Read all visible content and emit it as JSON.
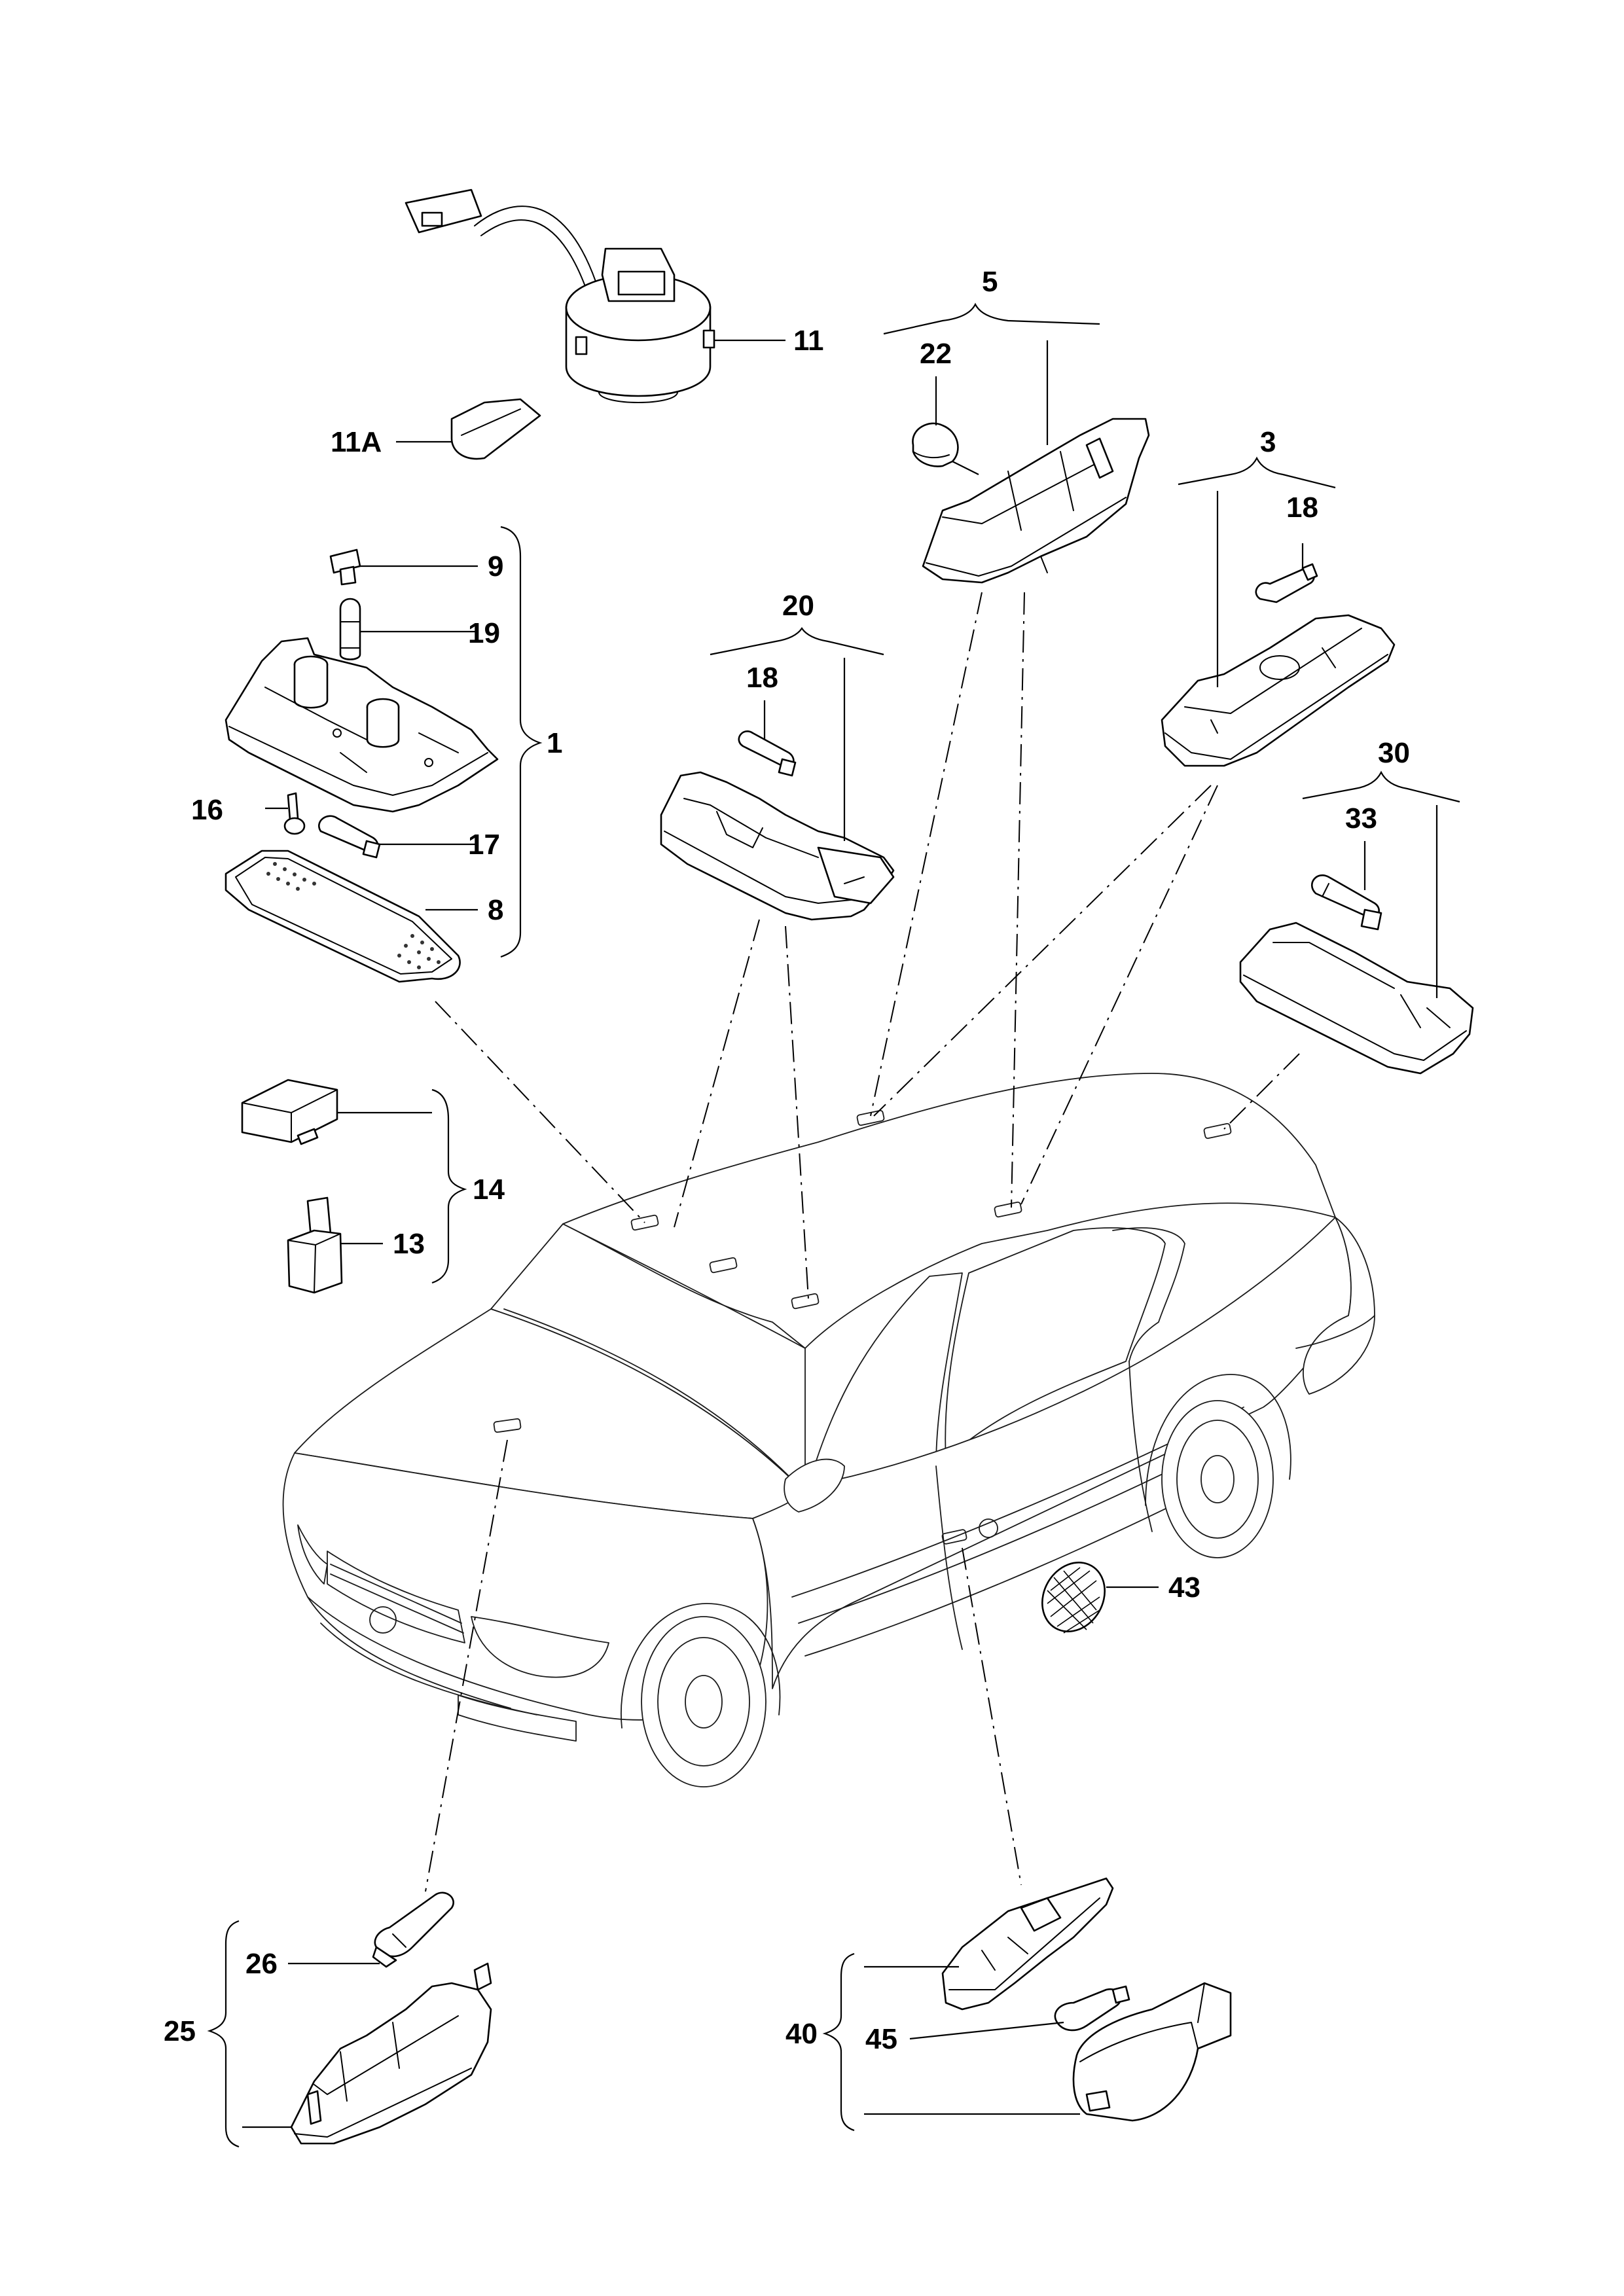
{
  "callouts": {
    "c1": "1",
    "c3": "3",
    "c5": "5",
    "c8": "8",
    "c9": "9",
    "c11": "11",
    "c11a": "11A",
    "c13": "13",
    "c14": "14",
    "c16": "16",
    "c17": "17",
    "c18a": "18",
    "c18b": "18",
    "c19": "19",
    "c20": "20",
    "c22": "22",
    "c25": "25",
    "c26": "26",
    "c30": "30",
    "c33": "33",
    "c40": "40",
    "c43": "43",
    "c45": "45"
  }
}
